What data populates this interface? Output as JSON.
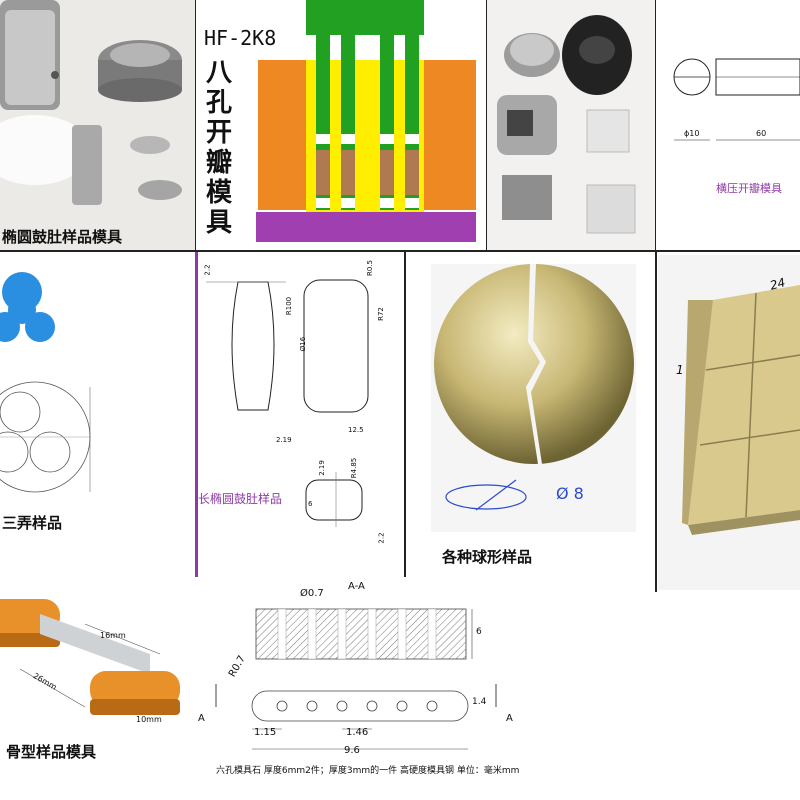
{
  "panels": {
    "p1_caption": "椭圆鼓肚样品模具",
    "p2_title": "HF-2K8",
    "p2_chars": [
      "八",
      "孔",
      "开",
      "瓣",
      "模",
      "具"
    ],
    "p4_caption": "横压开瓣模具",
    "p4_dim_diameter": "ϕ10",
    "p4_dim_length": "60",
    "p5_caption": "三弄样品",
    "p6_caption": "长椭圆鼓肚样品",
    "p6_dims": [
      "2.2",
      "R0.5",
      "R100",
      "R72",
      "Ø16",
      "2.19",
      "12.5",
      "2.19",
      "R4.85",
      "2.2",
      "6"
    ],
    "p7_caption": "各种球形样品",
    "p7_hand_note": "Ø 8",
    "p8_dim_top": "24",
    "p8_dim_side": "1",
    "p9_caption": "骨型样品模具",
    "p9_dims": [
      "16mm",
      "26mm",
      "10mm"
    ],
    "p10_section": "A-A",
    "p10_hole_dia": "Ø0.7",
    "p10_thickness": "6",
    "p10_radius": "R0.7",
    "p10_width": "1.4",
    "p10_dim_left": "1.15",
    "p10_dim_pitch": "1.46",
    "p10_dim_total": "9.6",
    "p10_section_mark": "A",
    "p10_footnote": "六孔模具石   厚度6mm2件；厚度3mm的一件      高硬度模具钢  单位：毫米mm"
  },
  "colors": {
    "accent_purple": "#8e3aa6",
    "orange": "#e88a2a",
    "yellow": "#ffee00",
    "green": "#2ea82e",
    "khaki": "#cfc17a"
  }
}
